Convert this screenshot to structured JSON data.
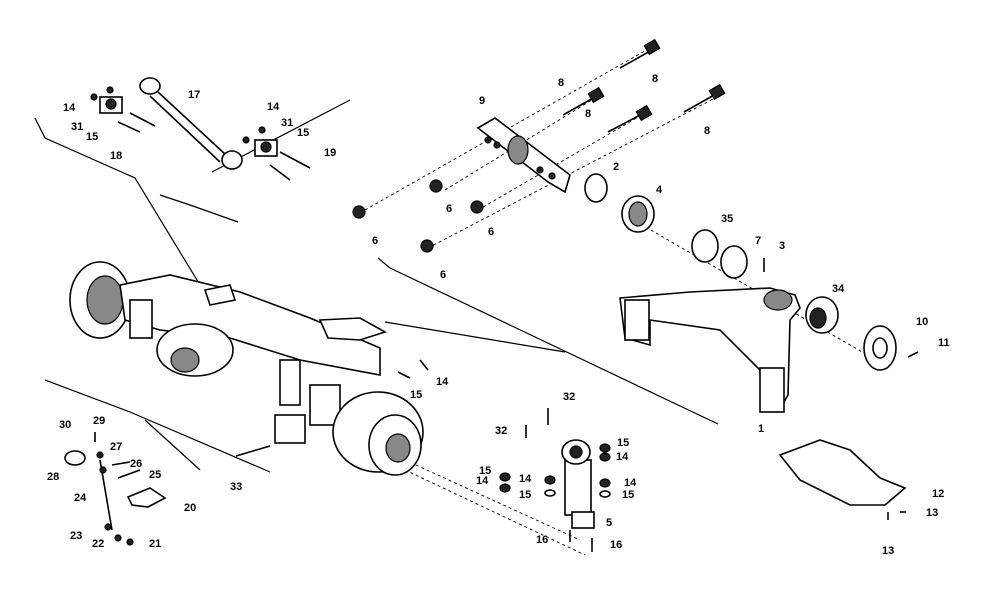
{
  "callouts": [
    {
      "id": "c1",
      "text": "1"
    },
    {
      "id": "c2",
      "text": "2"
    },
    {
      "id": "c3",
      "text": "3"
    },
    {
      "id": "c4",
      "text": "4"
    },
    {
      "id": "c5",
      "text": "5"
    },
    {
      "id": "c6a",
      "text": "6"
    },
    {
      "id": "c6b",
      "text": "6"
    },
    {
      "id": "c6c",
      "text": "6"
    },
    {
      "id": "c6d",
      "text": "6"
    },
    {
      "id": "c7",
      "text": "7"
    },
    {
      "id": "c8a",
      "text": "8"
    },
    {
      "id": "c8b",
      "text": "8"
    },
    {
      "id": "c8c",
      "text": "8"
    },
    {
      "id": "c8d",
      "text": "8"
    },
    {
      "id": "c9",
      "text": "9"
    },
    {
      "id": "c10",
      "text": "10"
    },
    {
      "id": "c11",
      "text": "11"
    },
    {
      "id": "c12",
      "text": "12"
    },
    {
      "id": "c13a",
      "text": "13"
    },
    {
      "id": "c13b",
      "text": "13"
    },
    {
      "id": "c14a",
      "text": "14"
    },
    {
      "id": "c14b",
      "text": "14"
    },
    {
      "id": "c14c",
      "text": "14"
    },
    {
      "id": "c14d",
      "text": "14"
    },
    {
      "id": "c14e",
      "text": "14"
    },
    {
      "id": "c14f",
      "text": "14"
    },
    {
      "id": "c14g",
      "text": "14"
    },
    {
      "id": "c15a",
      "text": "15"
    },
    {
      "id": "c15b",
      "text": "15"
    },
    {
      "id": "c15c",
      "text": "15"
    },
    {
      "id": "c15d",
      "text": "15"
    },
    {
      "id": "c15e",
      "text": "15"
    },
    {
      "id": "c15f",
      "text": "15"
    },
    {
      "id": "c15g",
      "text": "15"
    },
    {
      "id": "c16a",
      "text": "16"
    },
    {
      "id": "c16b",
      "text": "16"
    },
    {
      "id": "c17",
      "text": "17"
    },
    {
      "id": "c18",
      "text": "18"
    },
    {
      "id": "c19",
      "text": "19"
    },
    {
      "id": "c20",
      "text": "20"
    },
    {
      "id": "c21",
      "text": "21"
    },
    {
      "id": "c22",
      "text": "22"
    },
    {
      "id": "c23",
      "text": "23"
    },
    {
      "id": "c24",
      "text": "24"
    },
    {
      "id": "c25",
      "text": "25"
    },
    {
      "id": "c26",
      "text": "26"
    },
    {
      "id": "c27",
      "text": "27"
    },
    {
      "id": "c28",
      "text": "28"
    },
    {
      "id": "c29",
      "text": "29"
    },
    {
      "id": "c30",
      "text": "30"
    },
    {
      "id": "c31a",
      "text": "31"
    },
    {
      "id": "c31b",
      "text": "31"
    },
    {
      "id": "c32a",
      "text": "32"
    },
    {
      "id": "c32b",
      "text": "32"
    },
    {
      "id": "c33",
      "text": "33"
    },
    {
      "id": "c34",
      "text": "34"
    },
    {
      "id": "c35",
      "text": "35"
    }
  ],
  "colors": {
    "ink": "#000000",
    "background": "#ffffff"
  }
}
